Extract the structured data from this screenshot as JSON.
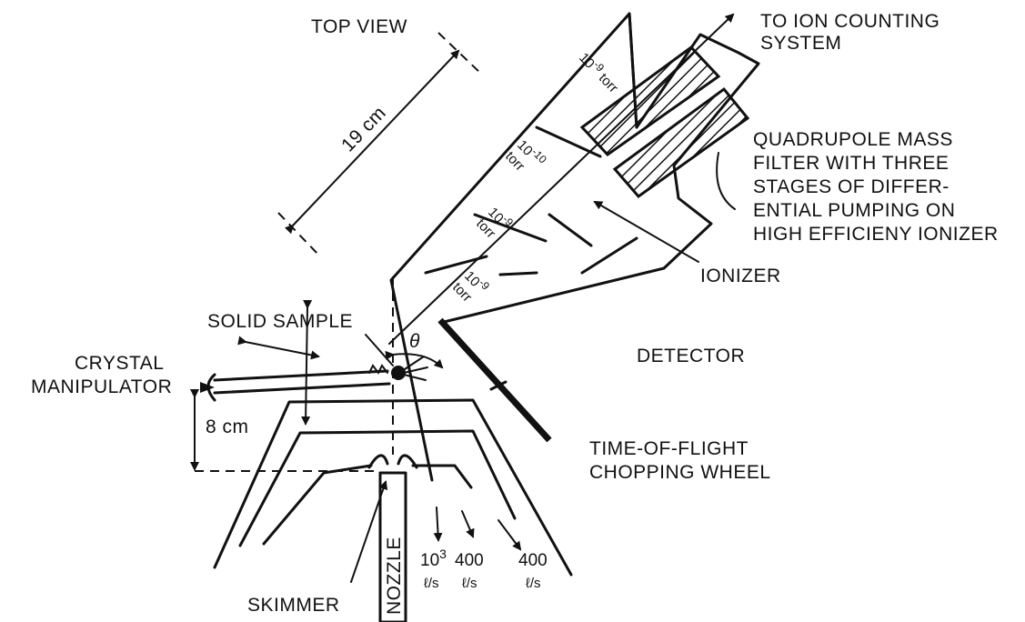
{
  "labels": {
    "top_view": "TOP VIEW",
    "to_ion_1": "TO ION COUNTING",
    "to_ion_2": "SYSTEM",
    "quad_1": "QUADRUPOLE MASS",
    "quad_2": "FILTER WITH THREE",
    "quad_3": "STAGES OF DIFFER-",
    "quad_4": "ENTIAL PUMPING ON",
    "quad_5": "HIGH EFFICIENY IONIZER",
    "ionizer": "IONIZER",
    "detector": "DETECTOR",
    "solid_sample": "SOLID SAMPLE",
    "crystal_1": "CRYSTAL",
    "crystal_2": "MANIPULATOR",
    "tof_1": "TIME-OF-FLIGHT",
    "tof_2": "CHOPPING WHEEL",
    "skimmer": "SKIMMER",
    "nozzle": "NOZZLE",
    "theta": "θ",
    "dist_19": "19 cm",
    "dist_8": "8 cm"
  },
  "pressures": {
    "p1_num": "10",
    "p1_exp": "-9",
    "p1_unit": "torr",
    "p2_num": "10",
    "p2_exp": "-10",
    "p2_unit": "torr",
    "p3_num": "10",
    "p3_exp": "-9",
    "p3_unit": "torr",
    "p4_num": "10",
    "p4_exp": "-9",
    "p4_unit": "torr"
  },
  "pumping": {
    "s1_val": "10",
    "s1_exp": "3",
    "s1_unit": "ℓ/s",
    "s2_val": "400",
    "s2_unit": "ℓ/s",
    "s3_val": "400",
    "s3_unit": "ℓ/s"
  }
}
